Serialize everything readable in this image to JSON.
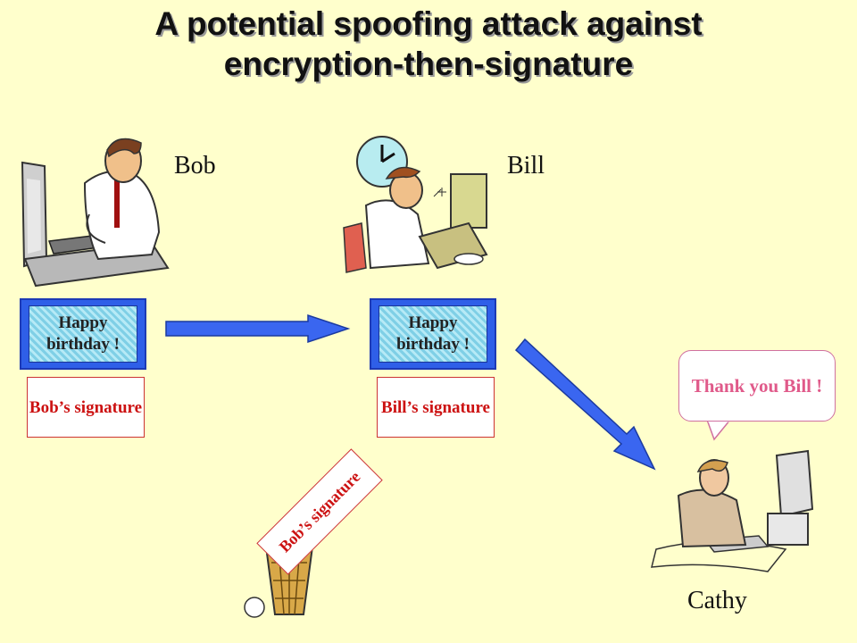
{
  "title": {
    "line1": "A potential spoofing attack against",
    "line2": "encryption-then-signature"
  },
  "people": {
    "bob": "Bob",
    "bill": "Bill",
    "cathy": "Cathy"
  },
  "messages": {
    "bob_message": "Happy birthday !",
    "bill_message": "Happy birthday !",
    "bob_signature": "Bob’s signature",
    "bill_signature": "Bill’s signature",
    "discarded_signature": "Bob’s signature"
  },
  "callout": {
    "text": "Thank you Bill !"
  },
  "colors": {
    "background": "#ffffcc",
    "arrow": "#3a66f0",
    "signature_text": "#cc1111",
    "callout_text": "#e05a8a"
  }
}
